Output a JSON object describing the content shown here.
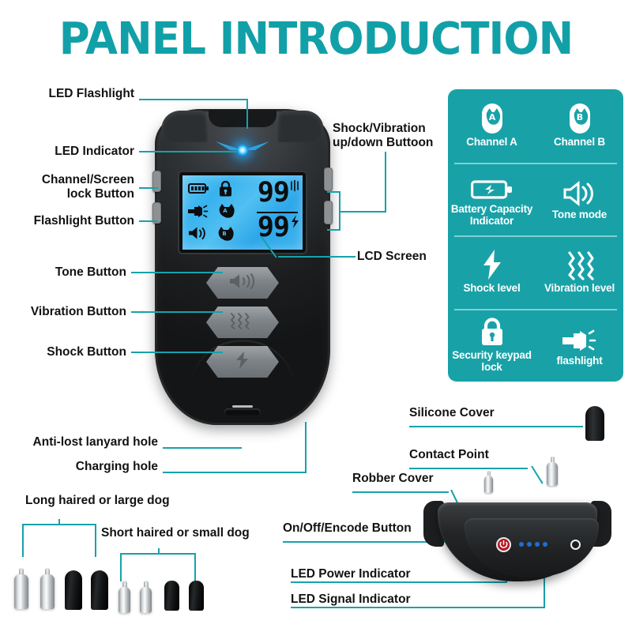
{
  "page": {
    "title": "PANEL INTRODUCTION",
    "accent_color": "#18a2a8",
    "accent_line_color": "#17a2aa",
    "text_color": "#121212",
    "background": "#ffffff"
  },
  "remote_callouts": {
    "led_flashlight": "LED Flashlight",
    "led_indicator": "LED Indicator",
    "channel_screen_lock": "Channel/Screen\nlock Button",
    "flashlight_button": "Flashlight Button",
    "tone_button": "Tone Button",
    "vibration_button": "Vibration Button",
    "shock_button": "Shock Button",
    "shock_vibration_updown": "Shock/Vibration\nup/down Buttoon",
    "lcd_screen": "LCD Screen",
    "anti_lost_lanyard_hole": "Anti-lost lanyard hole",
    "charging_hole": "Charging hole"
  },
  "lcd": {
    "top_value": "99",
    "bottom_value": "99",
    "icons": [
      "battery-icon",
      "lock-icon",
      "flashlight-icon",
      "dog-a-icon",
      "speaker-icon",
      "dog-b-icon"
    ],
    "top_mode_icon": "vibration-icon",
    "bottom_mode_icon": "shock-bolt-icon"
  },
  "remote_buttons": [
    {
      "name": "tone-button",
      "icon": "speaker-icon"
    },
    {
      "name": "vibration-button",
      "icon": "vibration-waves-icon"
    },
    {
      "name": "shock-button",
      "icon": "lightning-bolt-icon"
    }
  ],
  "legend": {
    "rows": [
      [
        {
          "icon": "channel-a-dog-icon",
          "label": "Channel A"
        },
        {
          "icon": "channel-b-dog-icon",
          "label": "Channel B"
        }
      ],
      [
        {
          "icon": "battery-icon",
          "label": "Battery Capacity Indicator"
        },
        {
          "icon": "tone-speaker-icon",
          "label": "Tone mode"
        }
      ],
      [
        {
          "icon": "lightning-bolt-icon",
          "label": "Shock level"
        },
        {
          "icon": "vibration-waves-icon",
          "label": "Vibration level"
        }
      ],
      [
        {
          "icon": "padlock-icon",
          "label": "Security keypad lock"
        },
        {
          "icon": "flashlight-icon",
          "label": "flashlight"
        }
      ]
    ]
  },
  "prongs": {
    "long_label": "Long haired or large dog",
    "short_label": "Short haired or small dog"
  },
  "receiver_callouts": {
    "silicone_cover": "Silicone Cover",
    "contact_point": "Contact Point",
    "robber_cover": "Robber Cover",
    "on_off_encode_button": "On/Off/Encode Button",
    "led_power_indicator": "LED Power Indicator",
    "led_signal_indicator": "LED Signal Indicator"
  },
  "receiver": {
    "power_button_color": "#b51620",
    "led_dot_color": "#1f6fd0",
    "led_dot_count": 4
  }
}
